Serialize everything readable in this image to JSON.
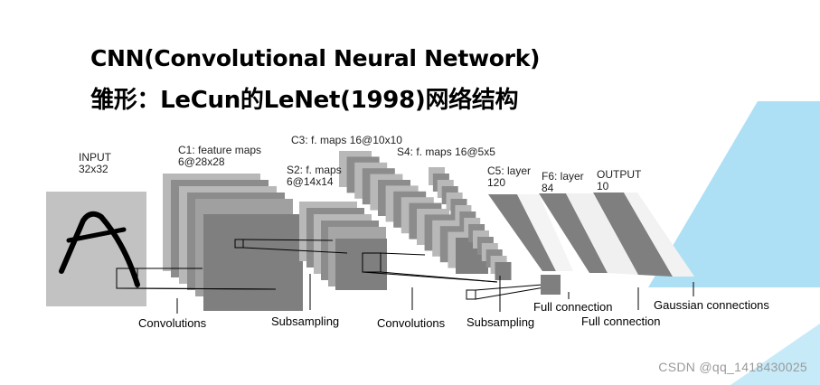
{
  "title": {
    "line1": "CNN(Convolutional Neural Network)",
    "line2": "雏形：LeCun的LeNet(1998)网络结构"
  },
  "layers": {
    "input": {
      "name": "INPUT",
      "size": "32x32"
    },
    "c1": {
      "name": "C1: feature maps",
      "size": "6@28x28"
    },
    "s2": {
      "name": "S2: f. maps",
      "size": "6@14x14"
    },
    "c3": {
      "name": "C3: f. maps 16@10x10"
    },
    "s4": {
      "name": "S4: f. maps 16@5x5"
    },
    "c5": {
      "name": "C5: layer",
      "size": "120"
    },
    "f6": {
      "name": "F6: layer",
      "size": "84"
    },
    "output": {
      "name": "OUTPUT",
      "size": "10"
    }
  },
  "operations": {
    "op1": "Convolutions",
    "op2": "Subsampling",
    "op3": "Convolutions",
    "op4": "Subsampling",
    "op5": "Full connection",
    "op6": "Full connection",
    "op7": "Gaussian connections"
  },
  "watermark": "CSDN @qq_1418430025",
  "colors": {
    "accent_triangle": "#aee0f5",
    "map_light": "#b8b8b8",
    "map_mid": "#999999",
    "map_dark": "#7f7f7f",
    "input_bg": "#c2c2c2"
  }
}
